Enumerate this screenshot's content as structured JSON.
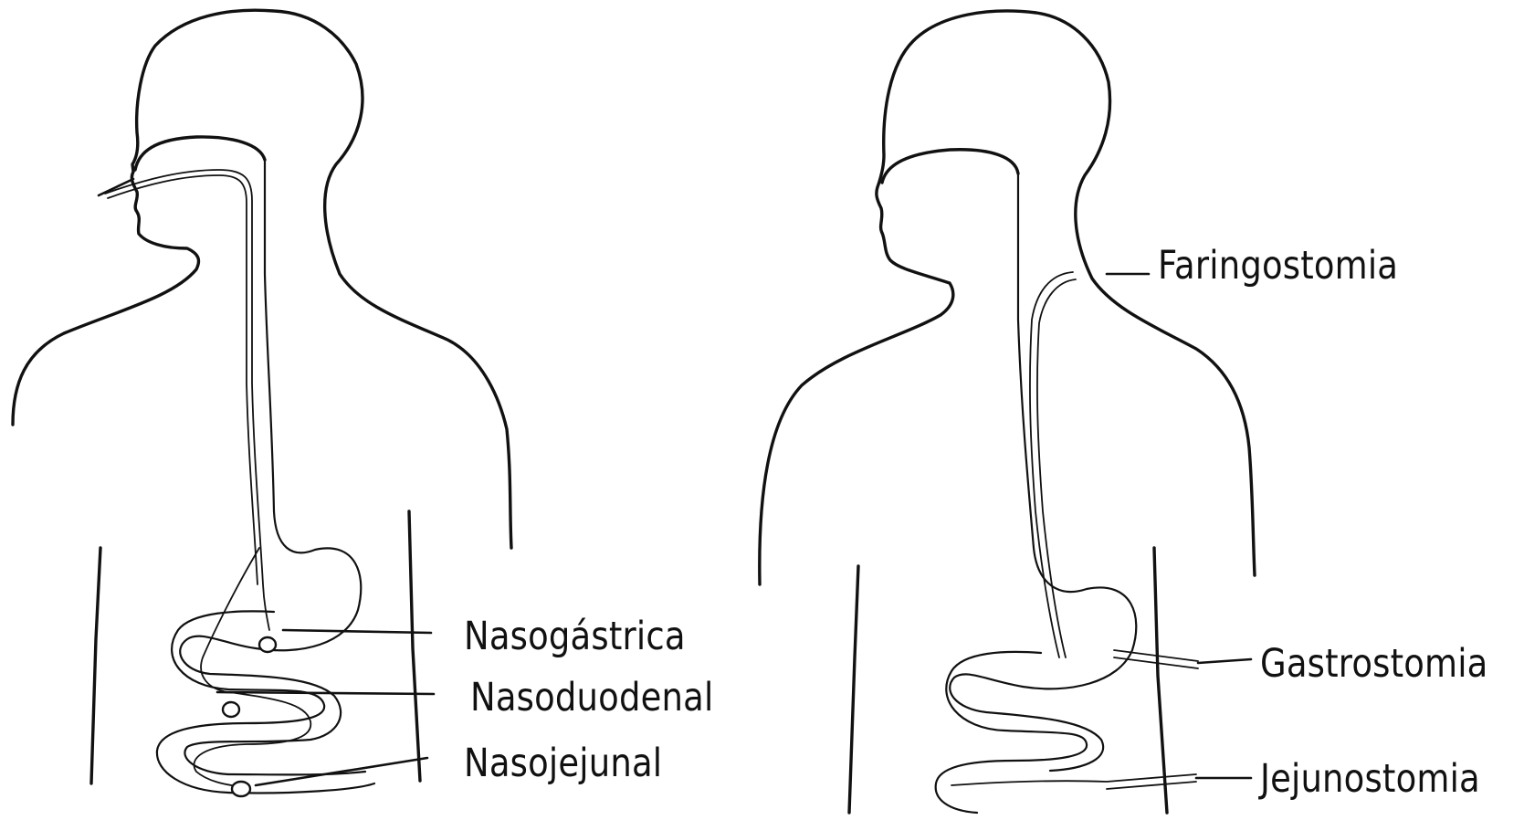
{
  "figure": {
    "left_panel": {
      "labels": {
        "nasogastric": "Nasogástrica",
        "nasoduodenal": "Nasoduodenal",
        "nasojejunal": "Nasojejunal"
      }
    },
    "right_panel": {
      "labels": {
        "pharyngostomy": "Faringostomia",
        "gastrostomy": "Gastrostomia",
        "jejunostomy": "Jejunostomia"
      }
    }
  },
  "colors": {
    "line": "#111111",
    "background": "#ffffff"
  }
}
